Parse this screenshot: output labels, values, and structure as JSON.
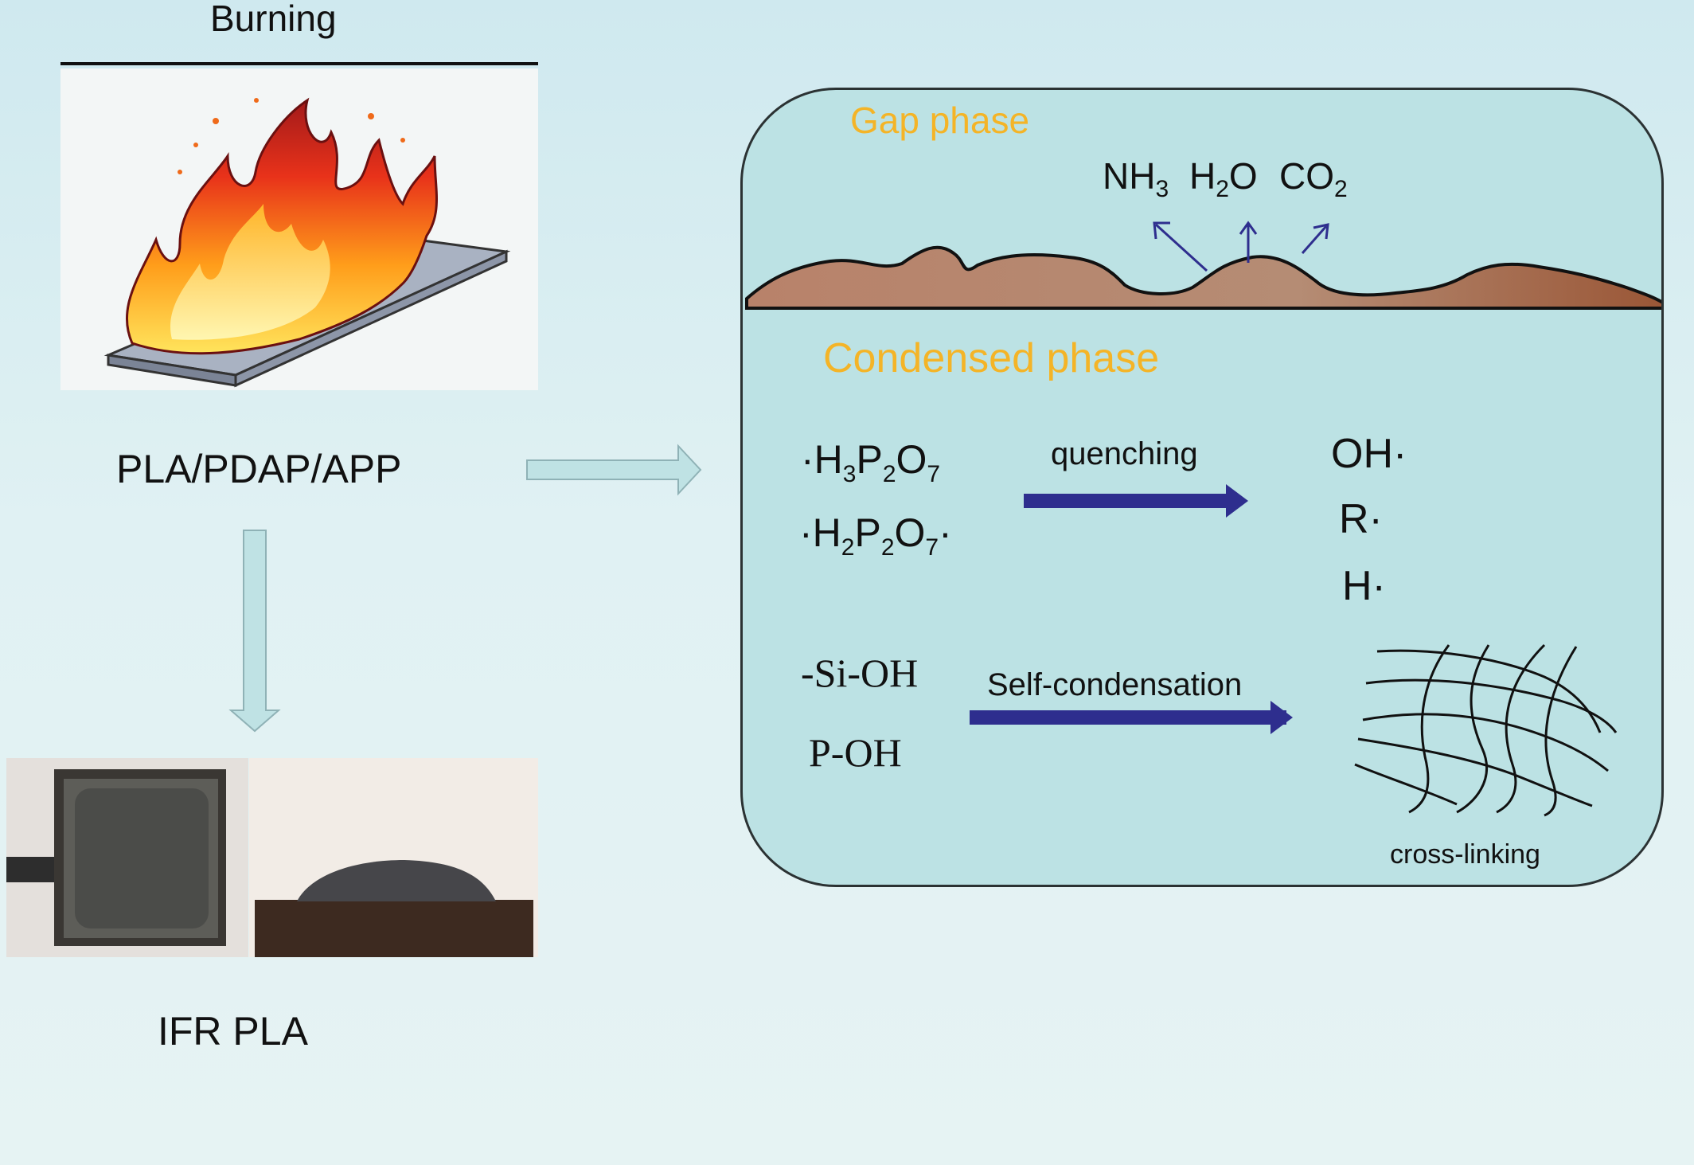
{
  "left": {
    "burn_title": "Burning",
    "material_label": "PLA/PDAP/APP",
    "product_label": "IFR PLA"
  },
  "phases": {
    "gap_title": "Gap phase",
    "condensed_title": "Condensed phase"
  },
  "gases": {
    "nh3": {
      "base": "NH",
      "sub": "3",
      "tail": ""
    },
    "h2o": {
      "base": "H",
      "sub": "2",
      "tail": "O"
    },
    "co2": {
      "base": "CO",
      "sub": "2",
      "tail": ""
    }
  },
  "radicals": {
    "r1": {
      "a": "·H",
      "s1": "3",
      "b": "P",
      "s2": "2",
      "c": "O",
      "s3": "7",
      "d": ""
    },
    "r2": {
      "a": "·H",
      "s1": "2",
      "b": "P",
      "s2": "2",
      "c": "O",
      "s3": "7",
      "d": "·"
    }
  },
  "reaction1": {
    "label": "quenching",
    "products": [
      "OH·",
      "R·",
      "H·"
    ]
  },
  "reaction2": {
    "reactants": [
      "-Si-OH",
      "P-OH"
    ],
    "label": "Self-condensation",
    "result_label": "cross-linking"
  },
  "colors": {
    "panel": "#bce2e4",
    "phase_title": "#f4b427",
    "reaction_arrow": "#2e2e8e",
    "process_arrow": "#bfe2e4",
    "char": "#b07a5e"
  }
}
